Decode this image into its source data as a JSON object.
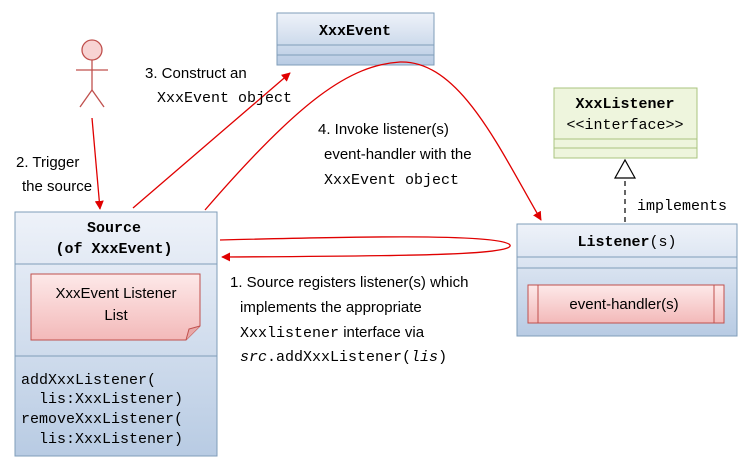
{
  "classes": {
    "event": {
      "name": "XxxEvent"
    },
    "interface": {
      "name": "XxxListener",
      "stereotype": "<<interface>>"
    },
    "source": {
      "name_line1": "Source",
      "name_line2": "(of XxxEvent)",
      "note": {
        "line1": "XxxEvent Listener",
        "line2": "List"
      },
      "methods": [
        "addXxxListener(",
        "  lis:XxxListener)",
        "removeXxxListener(",
        "  lis:XxxListener)"
      ]
    },
    "listener": {
      "name": "Listener",
      "name_suffix": "(s)",
      "operation": "event-handler(s)"
    }
  },
  "labels": {
    "trigger": {
      "line1": "2. Trigger",
      "line2": "the source"
    },
    "construct": {
      "line1": "3. Construct an",
      "line2": "XxxEvent object"
    },
    "invoke": {
      "line1": "4. Invoke listener(s)",
      "line2": "event-handler with the",
      "line3": "XxxEvent object"
    },
    "register": {
      "line1": "1. Source registers listener(s) which",
      "line2": "implements the appropriate",
      "line3_code": "Xxxlistener",
      "line3_text": " interface via",
      "line4_italic1": "src",
      "line4_code": ".addXxxListener(",
      "line4_italic2": "lis",
      "line4_close": ")"
    },
    "implements": "implements"
  },
  "colors": {
    "class_fill_top": "#eef2f9",
    "class_fill_bottom": "#b8cbe3",
    "class_border": "#7f9db9",
    "interface_fill": "#eef5dd",
    "interface_border": "#a9c47f",
    "note_fill": "#f8d3d3",
    "note_border": "#c0504d",
    "arrow_red": "#e00000",
    "actor": "#c0504d"
  }
}
